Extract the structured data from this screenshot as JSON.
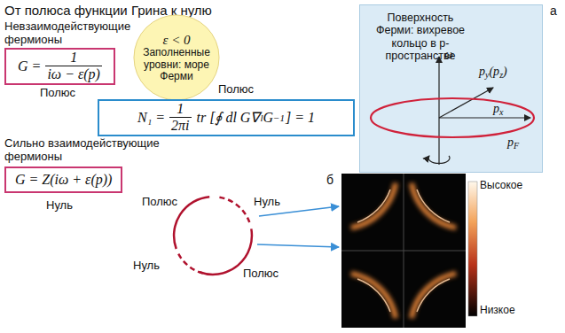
{
  "diagram": {
    "title": "От полюса функции Грина к нулю",
    "nodes": [
      {
        "text": [
          "G =",
          "1",
          "iω − ε(p)"
        ]
      },
      {
        "text": [
          "ε < 0",
          "Заполненные уровни: море Ферми"
        ]
      },
      {
        "text": [
          "Поверхность Ферми: вихревое кольцо в p-пространстве"
        ]
      },
      {
        "text": [
          "N₁ =",
          "1",
          "2πi",
          "tr [∮ dl G∇",
          "l",
          "G",
          "−1",
          "] = 1"
        ]
      },
      {
        "text": [
          "G = Z(iω + ε(p))"
        ]
      }
    ],
    "labels": [
      "Невзаимодействующие фермионы",
      "Полюс",
      "Полюс",
      "Сильно взаимодействующие фермионы",
      "Нуль",
      "Полюс",
      "Нуль",
      "Нуль",
      "Полюс",
      "а",
      "ω",
      "p",
      "y",
      "(p",
      "z",
      ")",
      "p",
      "x",
      "p",
      "F",
      "б",
      "Высокое",
      "Низкое"
    ]
  }
}
